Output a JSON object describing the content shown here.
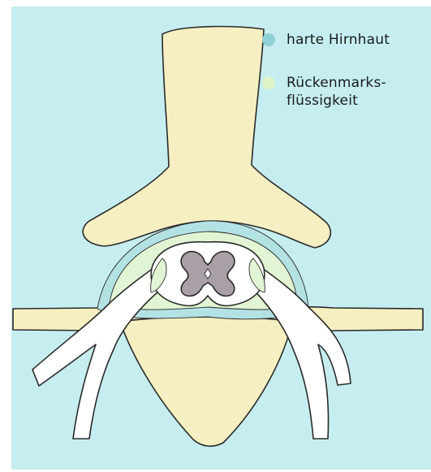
{
  "colors": {
    "background": "#c6eef0",
    "bone": "#f5efc2",
    "dura": "#b3e2e4",
    "csf": "#e1f5d4",
    "grey_matter": "#a99fa6",
    "white_matter": "#ffffff",
    "outline": "#2a2a2a"
  },
  "legend": {
    "dura": {
      "label": "harte Hirnhaut",
      "swatch_color": "#8fd1d4",
      "swatch_icon": "circle-swatch"
    },
    "csf": {
      "label": "Rückenmarks-\nflüssigkeit",
      "swatch_color": "#dff3c8",
      "swatch_icon": "circle-swatch"
    }
  }
}
